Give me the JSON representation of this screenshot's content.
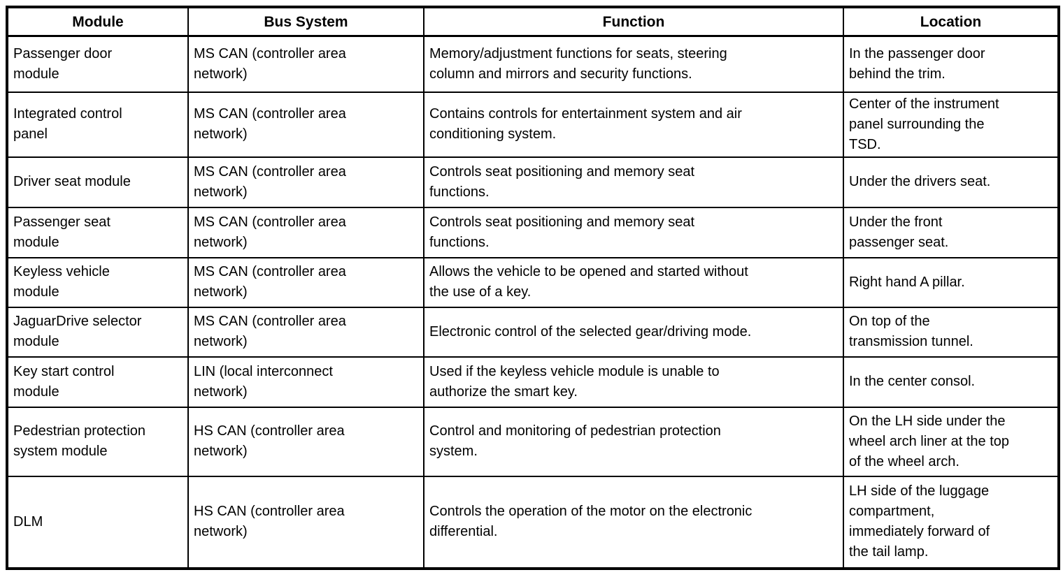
{
  "table": {
    "columns": [
      "Module",
      "Bus System",
      "Function",
      "Location"
    ],
    "rows": [
      [
        "Passenger door\nmodule",
        "MS CAN (controller area\nnetwork)",
        "Memory/adjustment functions for seats, steering\ncolumn and mirrors and security functions.",
        "In the passenger door\nbehind the trim."
      ],
      [
        "Integrated control\npanel",
        "MS CAN (controller area\nnetwork)",
        "Contains controls for entertainment system and air\nconditioning system.",
        "Center of the instrument\npanel surrounding the\nTSD."
      ],
      [
        "Driver seat module",
        "MS CAN (controller area\nnetwork)",
        "Controls seat positioning and memory seat\nfunctions.",
        "Under the drivers seat."
      ],
      [
        "Passenger seat\nmodule",
        "MS CAN (controller area\nnetwork)",
        "Controls seat positioning and memory seat\nfunctions.",
        "Under the front\npassenger seat."
      ],
      [
        "Keyless vehicle\nmodule",
        "MS CAN (controller area\nnetwork)",
        "Allows the vehicle to be opened and started without\nthe use of a key.",
        "Right hand A pillar."
      ],
      [
        "JaguarDrive selector\nmodule",
        "MS CAN (controller area\nnetwork)",
        "Electronic control of the selected gear/driving mode.",
        "On top of the\ntransmission tunnel."
      ],
      [
        "Key start control\nmodule",
        "LIN (local interconnect\nnetwork)",
        "Used if the keyless vehicle module is unable to\nauthorize the smart key.",
        "In the center consol."
      ],
      [
        "Pedestrian protection\nsystem module",
        "HS CAN (controller area\nnetwork)",
        "Control and monitoring of pedestrian protection\nsystem.",
        "On the LH side under the\nwheel arch liner at the top\nof the wheel arch."
      ],
      [
        "DLM",
        "HS CAN (controller area\nnetwork)",
        "Controls the operation of the motor on the electronic\ndifferential.",
        "LH side of the luggage\ncompartment,\nimmediately forward of\nthe tail lamp."
      ]
    ]
  }
}
